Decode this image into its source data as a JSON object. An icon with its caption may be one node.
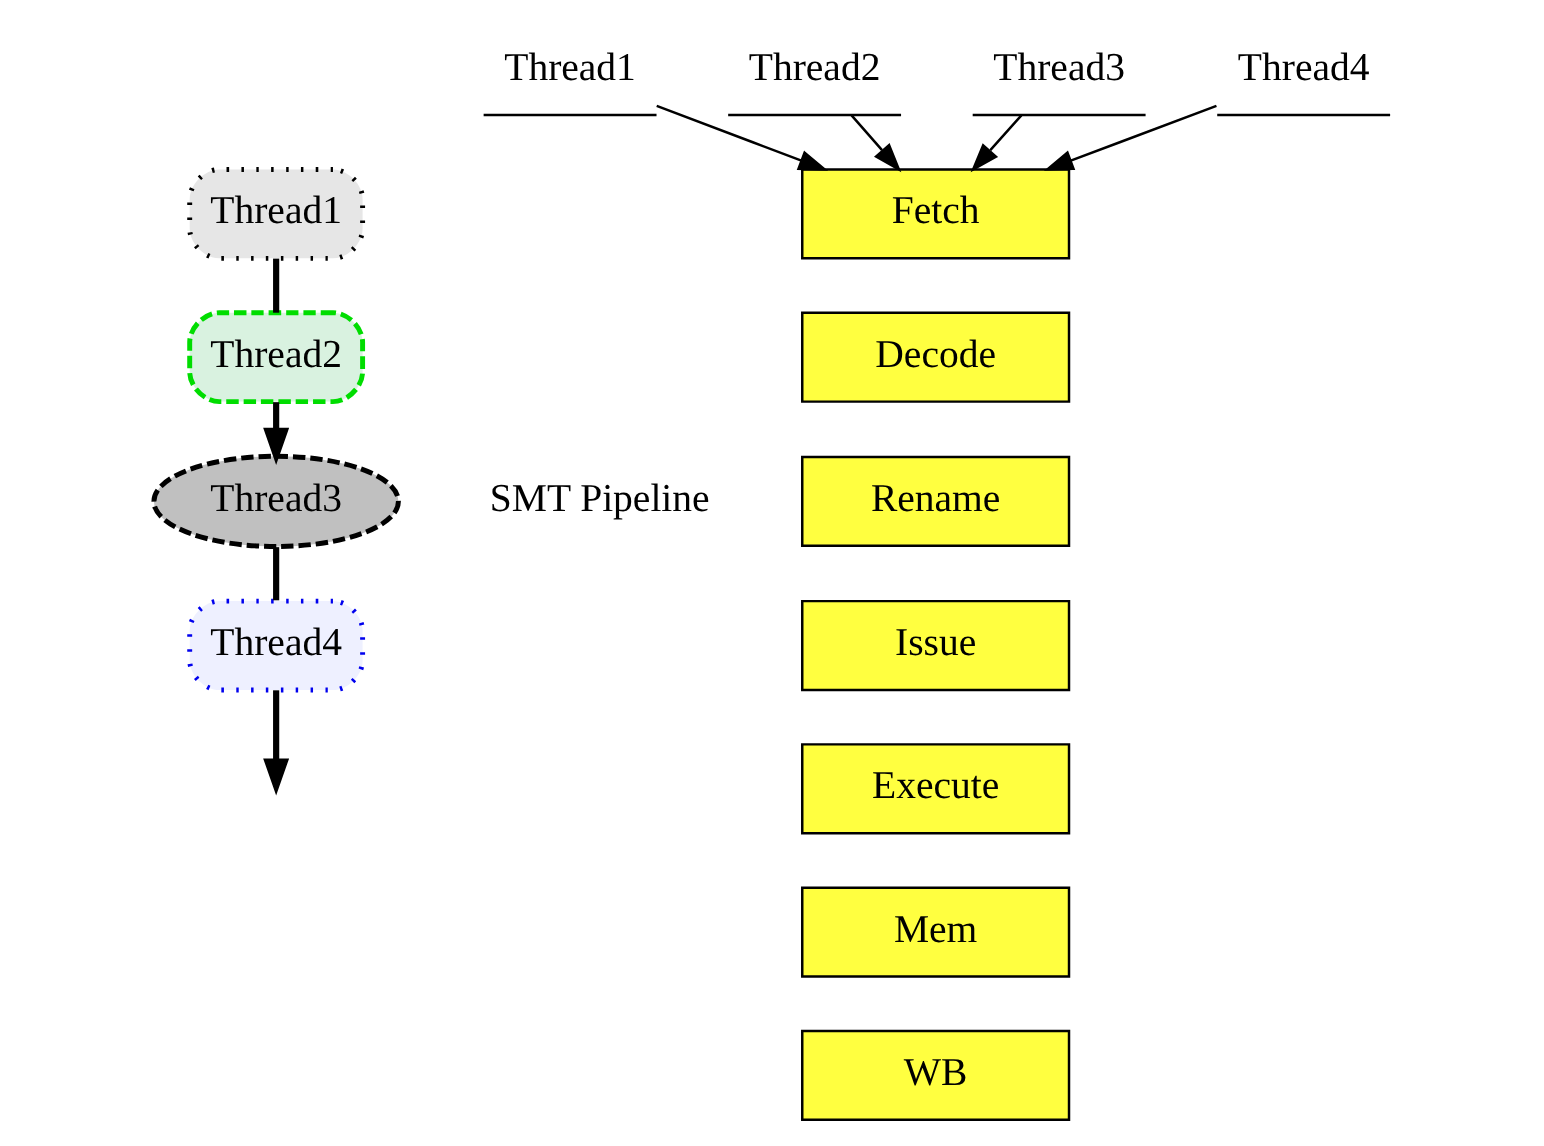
{
  "diagram": {
    "nodes": [
      {
        "text": [
          "Thread1"
        ]
      },
      {
        "text": [
          "Thread2"
        ]
      },
      {
        "text": [
          "Thread3"
        ]
      },
      {
        "text": [
          "Thread4"
        ]
      },
      {
        "text": [
          "Thread1"
        ]
      },
      {
        "text": [
          "Thread2"
        ]
      },
      {
        "text": [
          "Thread3"
        ]
      },
      {
        "text": [
          "Thread4"
        ]
      },
      {
        "text": [
          "Fetch"
        ]
      },
      {
        "text": [
          "Decode"
        ]
      },
      {
        "text": [
          "Rename"
        ]
      },
      {
        "text": [
          "Issue"
        ]
      },
      {
        "text": [
          "Execute"
        ]
      },
      {
        "text": [
          "Mem"
        ]
      },
      {
        "text": [
          "WB"
        ]
      }
    ],
    "edges": [
      {
        "from": 0,
        "to": 1,
        "arrow": "none",
        "style": "thick"
      },
      {
        "from": 1,
        "to": 2,
        "arrow": "to",
        "style": "thick"
      },
      {
        "from": 2,
        "to": 3,
        "arrow": "none",
        "style": "thick"
      },
      {
        "from": 3,
        "to": null,
        "arrow": "to",
        "style": "thick"
      },
      {
        "from": 4,
        "to": 8,
        "arrow": "to"
      },
      {
        "from": 5,
        "to": 8,
        "arrow": "to"
      },
      {
        "from": 6,
        "to": 8,
        "arrow": "to"
      },
      {
        "from": 7,
        "to": 8,
        "arrow": "to"
      }
    ],
    "labels": [
      "SMT Pipeline"
    ]
  }
}
